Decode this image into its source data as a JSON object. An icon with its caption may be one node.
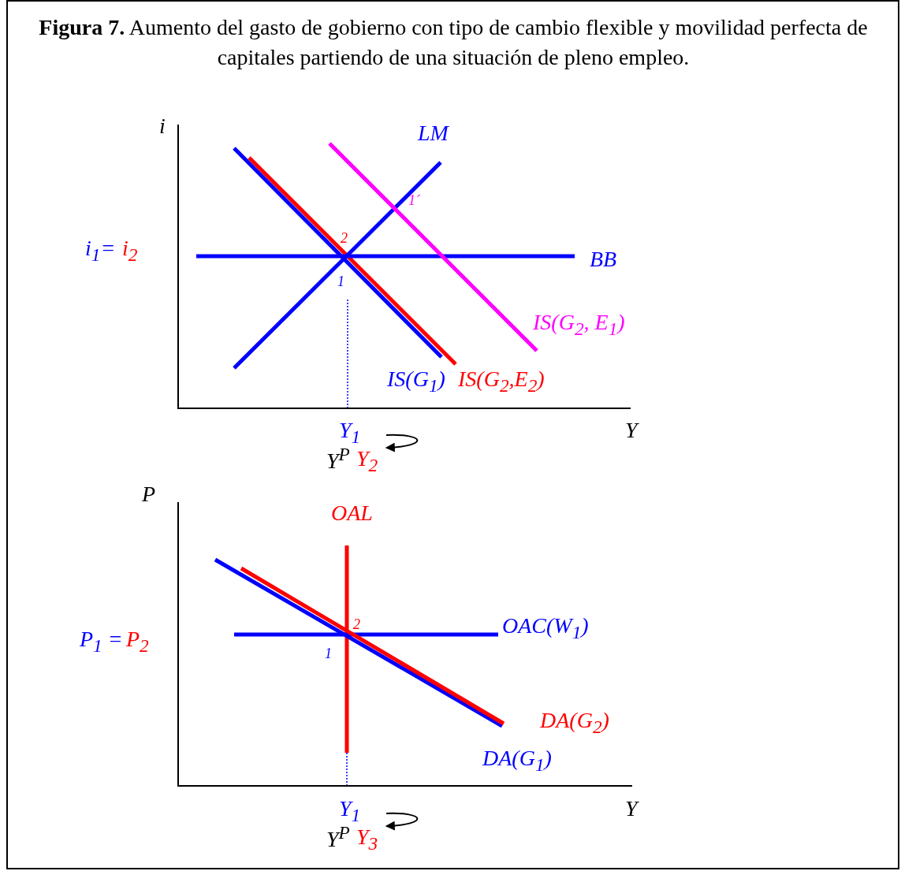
{
  "diagram": {
    "title": "**Figura  7.** Aumento del gasto de gobierno con tipo de cambio flexible y movilidad perfecta de capitales partiendo de una situación de pleno empleo.",
    "labels": [
      "i",
      "LM",
      "1´",
      "i$_{1}$=",
      "i$_{2}$",
      "2",
      "BB",
      "1",
      "IS(G$_{2}$, E$_{1}$)",
      "IS(G$_{1}$)",
      "IS(G$_{2}$,E$_{2}$)",
      "Y$_{1}$",
      "Y",
      "Y$^{P}$",
      "Y$_{2}$",
      "P",
      "OAL",
      "OAC(W$_{1}$)",
      "P$_{1}$ =",
      "P$_{2}$",
      "2",
      "1",
      "DA(G$_{2}$)",
      "DA(G$_{1}$)",
      "Y$_{1}$",
      "Y",
      "Y$^{P}$",
      "Y$_{3}$"
    ]
  }
}
